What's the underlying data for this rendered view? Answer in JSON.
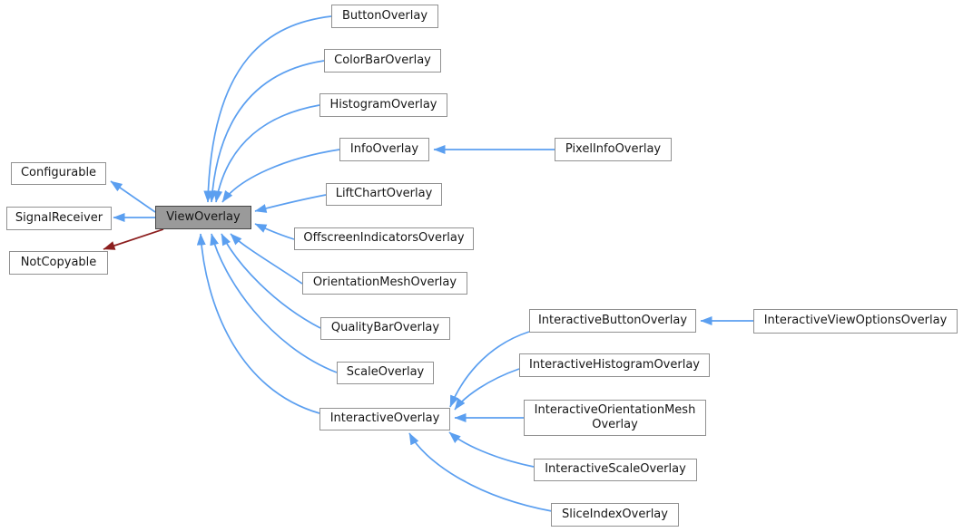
{
  "diagram": {
    "type": "class-inheritance-graph",
    "focus_node": "ViewOverlay",
    "colors": {
      "background": "#ffffff",
      "arrow": "#5b9ff0",
      "arrow_private": "#8c1e1e",
      "node_bg": "#ffffff",
      "node_border": "#919191",
      "node_text": "#161616",
      "focus_bg": "#9a9a9a",
      "focus_border": "#464646"
    },
    "nodes": {
      "configurable": {
        "label": "Configurable"
      },
      "signalreceiver": {
        "label": "SignalReceiver"
      },
      "notcopyable": {
        "label": "NotCopyable"
      },
      "viewoverlay": {
        "label": "ViewOverlay"
      },
      "buttonoverlay": {
        "label": "ButtonOverlay"
      },
      "colorbaroverlay": {
        "label": "ColorBarOverlay"
      },
      "histogramoverlay": {
        "label": "HistogramOverlay"
      },
      "infooverlay": {
        "label": "InfoOverlay"
      },
      "pixelinfooverlay": {
        "label": "PixelInfoOverlay"
      },
      "liftchartoverlay": {
        "label": "LiftChartOverlay"
      },
      "offscreenindicatorsoverlay": {
        "label": "OffscreenIndicatorsOverlay"
      },
      "orientationmeshoverlay": {
        "label": "OrientationMeshOverlay"
      },
      "qualitybaroverlay": {
        "label": "QualityBarOverlay"
      },
      "scaleoverlay": {
        "label": "ScaleOverlay"
      },
      "interactiveoverlay": {
        "label": "InteractiveOverlay"
      },
      "interactivebuttonoverlay": {
        "label": "InteractiveButtonOverlay"
      },
      "interactivehistogramoverlay": {
        "label": "InteractiveHistogramOverlay"
      },
      "interactiveorientationmeshoverlay": {
        "label": "InteractiveOrientationMesh\nOverlay"
      },
      "interactivescaleoverlay": {
        "label": "InteractiveScaleOverlay"
      },
      "sliceindexoverlay": {
        "label": "SliceIndexOverlay"
      },
      "interactiveviewoptionsoverlay": {
        "label": "InteractiveViewOptionsOverlay"
      }
    },
    "edges": {
      "public_inheritance": [
        {
          "derived": "ViewOverlay",
          "base": "Configurable"
        },
        {
          "derived": "ViewOverlay",
          "base": "SignalReceiver"
        },
        {
          "derived": "ButtonOverlay",
          "base": "ViewOverlay"
        },
        {
          "derived": "ColorBarOverlay",
          "base": "ViewOverlay"
        },
        {
          "derived": "HistogramOverlay",
          "base": "ViewOverlay"
        },
        {
          "derived": "InfoOverlay",
          "base": "ViewOverlay"
        },
        {
          "derived": "LiftChartOverlay",
          "base": "ViewOverlay"
        },
        {
          "derived": "OffscreenIndicatorsOverlay",
          "base": "ViewOverlay"
        },
        {
          "derived": "OrientationMeshOverlay",
          "base": "ViewOverlay"
        },
        {
          "derived": "QualityBarOverlay",
          "base": "ViewOverlay"
        },
        {
          "derived": "ScaleOverlay",
          "base": "ViewOverlay"
        },
        {
          "derived": "InteractiveOverlay",
          "base": "ViewOverlay"
        },
        {
          "derived": "PixelInfoOverlay",
          "base": "InfoOverlay"
        },
        {
          "derived": "InteractiveButtonOverlay",
          "base": "InteractiveOverlay"
        },
        {
          "derived": "InteractiveHistogramOverlay",
          "base": "InteractiveOverlay"
        },
        {
          "derived": "InteractiveOrientationMeshOverlay",
          "base": "InteractiveOverlay"
        },
        {
          "derived": "InteractiveScaleOverlay",
          "base": "InteractiveOverlay"
        },
        {
          "derived": "SliceIndexOverlay",
          "base": "InteractiveOverlay"
        },
        {
          "derived": "InteractiveViewOptionsOverlay",
          "base": "InteractiveButtonOverlay"
        }
      ],
      "private_inheritance": [
        {
          "derived": "ViewOverlay",
          "base": "NotCopyable"
        }
      ]
    }
  }
}
